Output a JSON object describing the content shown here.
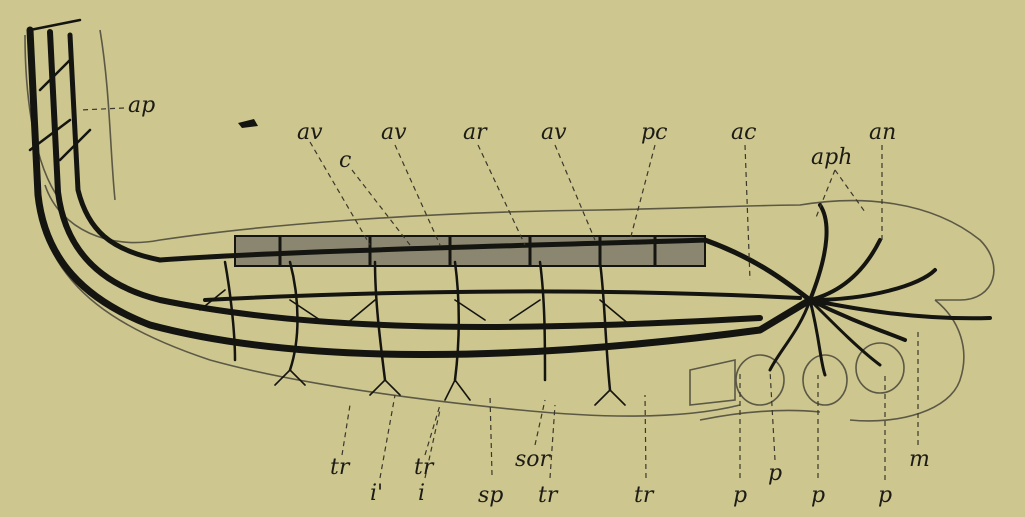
{
  "labels": {
    "ap": "ap",
    "av1": "av",
    "c": "c",
    "av2": "av",
    "ar": "ar",
    "av3": "av",
    "pc": "pc",
    "ac": "ac",
    "aph": "aph",
    "an": "an",
    "tr1": "tr",
    "i_prime": "i'",
    "tr2": "tr",
    "i": "i",
    "sp": "sp",
    "sor": "sor",
    "tr3": "tr",
    "tr4": "tr",
    "p1": "p",
    "p2": "p",
    "p3": "p",
    "p4": "p",
    "m": "m"
  },
  "colors": {
    "background": "#cdc68e",
    "ink": "#141410",
    "outline": "#5b5846"
  }
}
